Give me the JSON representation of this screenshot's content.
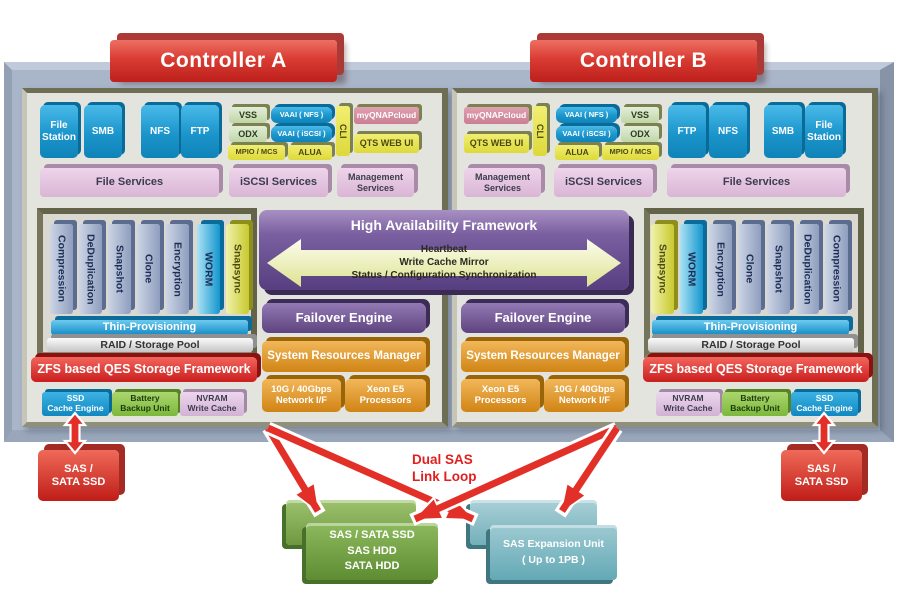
{
  "titles": {
    "controller_a": "Controller A",
    "controller_b": "Controller B"
  },
  "labels": {
    "file_station": "File\nStation",
    "smb": "SMB",
    "nfs": "NFS",
    "ftp": "FTP",
    "vss": "VSS",
    "vaai_nfs": "VAAI ( NFS )",
    "odx": "ODX",
    "vaai_iscsi": "VAAI ( iSCSI )",
    "mpio_mcs": "MPIO / MCS",
    "alua": "ALUA",
    "cli": "CLI",
    "myqnapcloud": "myQNAPcloud",
    "qts_web_ui": "QTS WEB UI",
    "file_services": "File Services",
    "iscsi_services": "iSCSI Services",
    "management_services": "Management\nServices",
    "compression": "Compression",
    "deduplication": "DeDuplication",
    "snapshot": "Snapshot",
    "clone": "Clone",
    "encryption": "Encryption",
    "worm": "WORM",
    "snapsync": "Snapsync",
    "thin_provisioning": "Thin-Provisioning",
    "raid_storage_pool": "RAID / Storage Pool",
    "zfs_framework": "ZFS based QES Storage Framework",
    "ssd_cache_engine": "SSD\nCache Engine",
    "battery_backup_unit": "Battery\nBackup Unit",
    "nvram_write_cache": "NVRAM\nWrite Cache",
    "high_availability_framework": "High Availability Framework",
    "ha_sync_text": "Heartbeat\nWrite Cache Mirror\nStatus / Configuration Synchronization",
    "failover_engine": "Failover Engine",
    "system_resources_manager": "System Resources Manager",
    "network_interface": "10G / 40Gbps\nNetwork I/F",
    "xeon_processors": "Xeon E5\nProcessors",
    "sas_sata_ssd": "SAS /\nSATA SSD",
    "dual_sas_link_loop": "Dual SAS\nLink Loop",
    "disk_shelf": "SAS / SATA SSD\nSAS HDD\nSATA HDD",
    "sas_expansion_unit": "SAS Expansion Unit\n( Up to 1PB )"
  },
  "palette": {
    "chassis": "#a9b5c8",
    "panel_face": "#e4e4de",
    "panel_edge_olive": "#6e6e54",
    "banner_red": "#d93c33",
    "protocol_blue": "#1b95cb",
    "service_pink": "#d9b5d5",
    "bar_gray_blue": "#8e9ebe",
    "worm_blue": "#1496ce",
    "snapsync_yellow": "#c9c92e",
    "zfs_red": "#c91e1e",
    "ha_purple": "#563e80",
    "resource_orange": "#d08414",
    "battery_green": "#7cb83c",
    "nvram_lavender": "#d2b2d6",
    "ssd_red": "#c01d18",
    "disk_green": "#5e8c32",
    "expansion_teal": "#63a9b5",
    "arrow_red": "#e23028",
    "ha_arrow_yellow": "#dde28e"
  }
}
